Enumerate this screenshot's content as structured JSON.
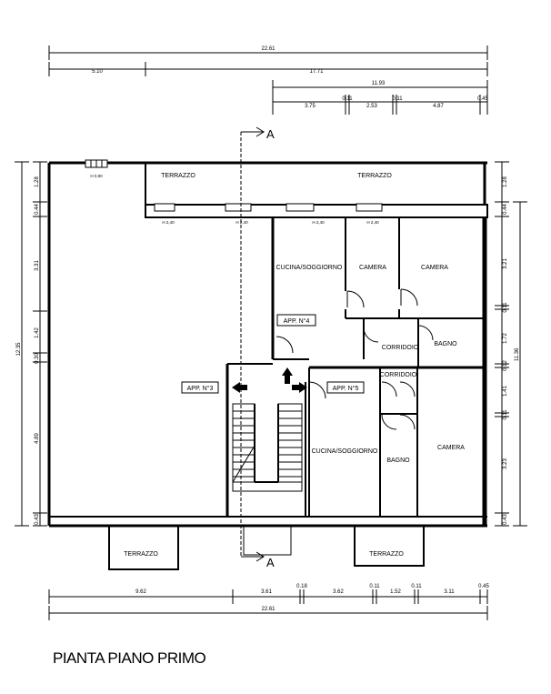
{
  "title": "PIANTA PIANO PRIMO",
  "section_marker": "A",
  "dimensions": {
    "top_total": "22.61",
    "top_left": "5.10",
    "top_right": "17.71",
    "top_sub_total": "11.93",
    "top_sub": [
      "3.75",
      "0.11",
      "2.53",
      "0.11",
      "4.87",
      "0.45"
    ],
    "bottom_chain": [
      "9.62",
      "3.61",
      "0.18",
      "3.62",
      "0.11",
      "1.52",
      "0.11",
      "3.11",
      "0.45"
    ],
    "bottom_total": "22.61",
    "left_total": "12.35",
    "left_chain": [
      "1.28",
      "0.44",
      "3.31",
      "1.42",
      "0.30",
      "4.89",
      "0.43"
    ],
    "right_total": "11.36",
    "right_chain": [
      "1.28",
      "0.44",
      "3.21",
      "0.11",
      "1.72",
      "0.12",
      "1.41",
      "0.11",
      "3.23",
      "0.43"
    ]
  },
  "rooms": {
    "terrazzo_top_left": "TERRAZZO",
    "terrazzo_top_right": "TERRAZZO",
    "cucina_4": "CUCINA/SOGGIORNO",
    "camera_4a": "CAMERA",
    "camera_4b": "CAMERA",
    "corridoio_4": "CORRIDOIO",
    "bagno_4": "BAGNO",
    "app4": "APP. N°4",
    "app3": "APP. N°3",
    "app5": "APP. N°5",
    "corridoio_5": "CORRIDOIO",
    "cucina_5": "CUCINA/SOGGIORNO",
    "bagno_5": "BAGNO",
    "camera_5": "CAMERA",
    "terrazzo_bottom_left": "TERRAZZO",
    "terrazzo_bottom_right": "TERRAZZO"
  }
}
